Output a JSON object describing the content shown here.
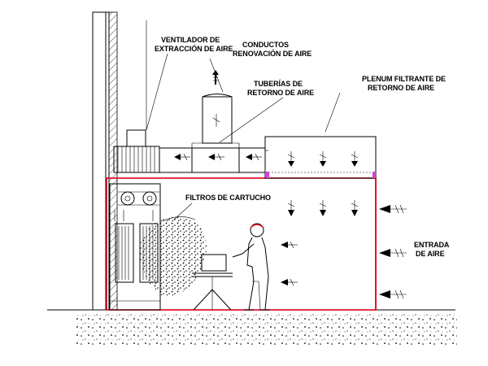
{
  "labels": {
    "fan": [
      "VENTILADOR DE",
      "EXTRACCIÓN DE AIRE"
    ],
    "ducts": [
      "CONDUCTOS",
      "RENOVACIÓN DE AIRE"
    ],
    "return_pipes": [
      "TUBERÍAS DE",
      "RETORNO DE AIRE"
    ],
    "plenum": [
      "PLENUM FILTRANTE DE",
      "RETORNO DE AIRE"
    ],
    "cartridge_filters": [
      "FILTROS DE CARTUCHO"
    ],
    "air_inlet": [
      "ENTRADA",
      "DE AIRE"
    ]
  },
  "colors": {
    "line": "#000000",
    "booth_outline": "#e0001b",
    "joint_marker": "#d63fd6",
    "background": "#ffffff"
  }
}
